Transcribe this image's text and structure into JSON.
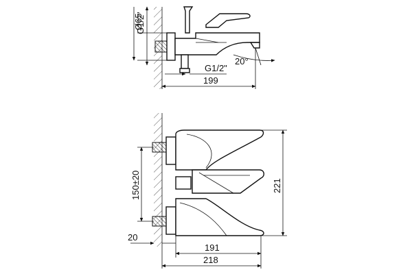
{
  "dimensions": {
    "top_view": {
      "diameter": "Ø65",
      "thread_left": "G1/2\"",
      "thread_bottom": "G1/2\"",
      "angle": "20°",
      "length": "199"
    },
    "front_view": {
      "center_distance": "150±20",
      "height": "221",
      "wall_offset": "20",
      "spout_length": "191",
      "total_length": "218"
    }
  }
}
